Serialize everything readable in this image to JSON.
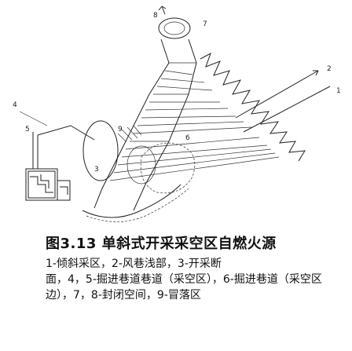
{
  "figure": {
    "title": "图3.13 单斜式开采采空区自燃火源",
    "legend_lines": [
      "1-倾斜采区，2-风巷浅部，3-开采断",
      "面，4，5-掘进巷道巷道（采空区），6-掘进巷道（采空区",
      "边），7，8-封闭空间，9-冒落区"
    ],
    "labels": [
      "8",
      "7",
      "2",
      "4",
      "9",
      "5",
      "1",
      "3",
      "6"
    ]
  }
}
